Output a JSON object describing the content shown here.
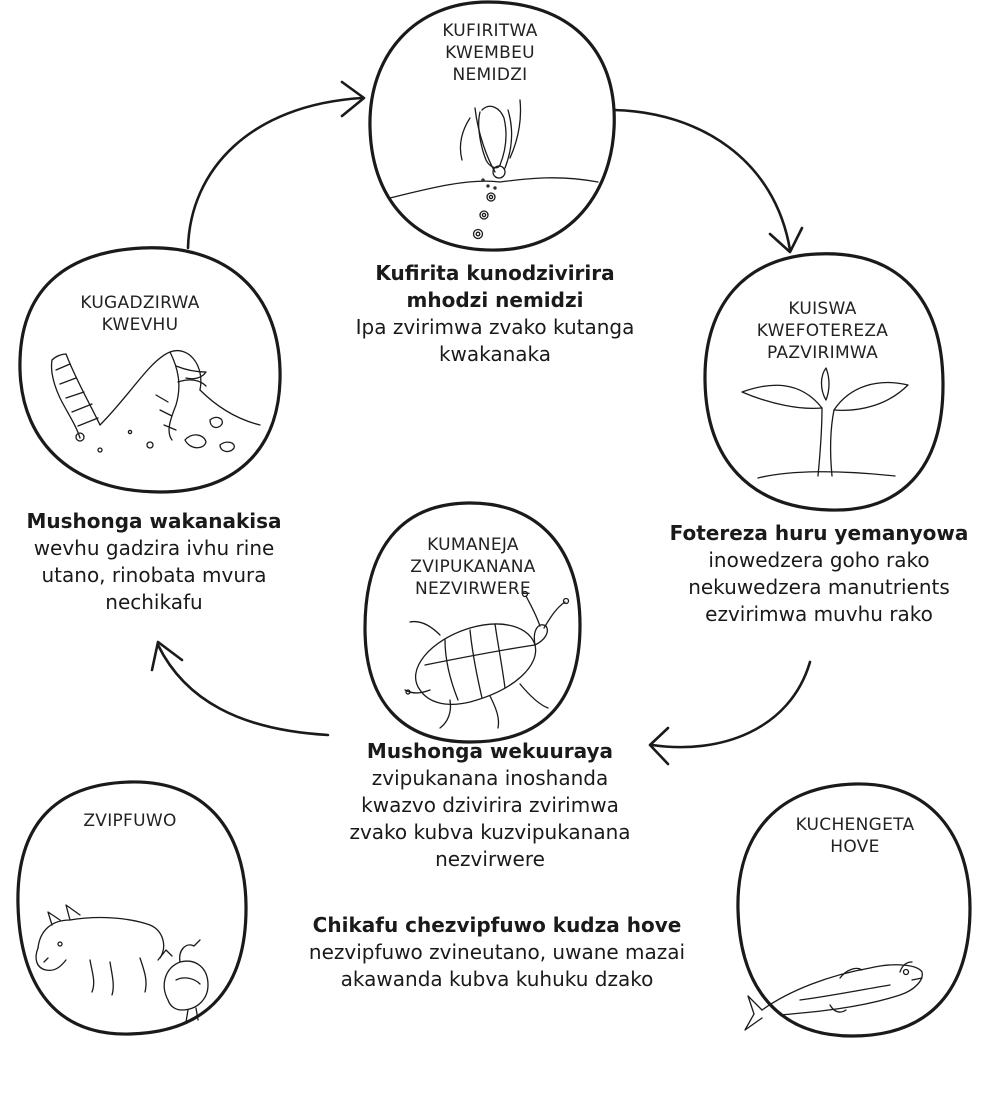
{
  "stages": {
    "seed": {
      "label": [
        "KUFIRITWA",
        "KWEMBEU",
        "NEMIDZI"
      ],
      "title": [
        "Kufirita kunodzivirira",
        "mhodzi nemidzi"
      ],
      "text": [
        "Ipa zvirimwa zvako kutanga",
        "kwakanaka"
      ]
    },
    "mulch": {
      "label": [
        "KUISWA",
        "KWEFOTEREZA",
        "PAZVIRIMWA"
      ],
      "title": "Fotereza huru yemanyowa",
      "text": [
        "inowedzera goho rako",
        "nekuwedzera manutrients",
        "ezvirimwa muvhu rako"
      ]
    },
    "pest": {
      "label": [
        "KUMANEJA",
        "ZVIPUKANANA",
        "NEZVIRWERE"
      ],
      "title": "Mushonga wekuuraya",
      "text": [
        "zvipukanana inoshanda",
        "kwazvo dzivirira zvirimwa",
        "zvako kubva kuzvipukanana",
        "nezvirwere"
      ]
    },
    "soil": {
      "label": [
        "KUGADZIRWA",
        "KWEVHU"
      ],
      "title": "Mushonga wakanakisa",
      "text": [
        "wevhu gadzira ivhu rine",
        "utano, rinobata mvura",
        "nechikafu"
      ]
    }
  },
  "bottom": {
    "livestock": {
      "label": "ZVIPFUWO"
    },
    "fish": {
      "label": [
        "KUCHENGETA",
        "HOVE"
      ]
    },
    "feed": {
      "title": "Chikafu chezvipfuwo kudza hove",
      "text": [
        "nezvipfuwo zvineutano, uwane mazai",
        "akawanda kubva kuhuku dzako"
      ]
    }
  }
}
